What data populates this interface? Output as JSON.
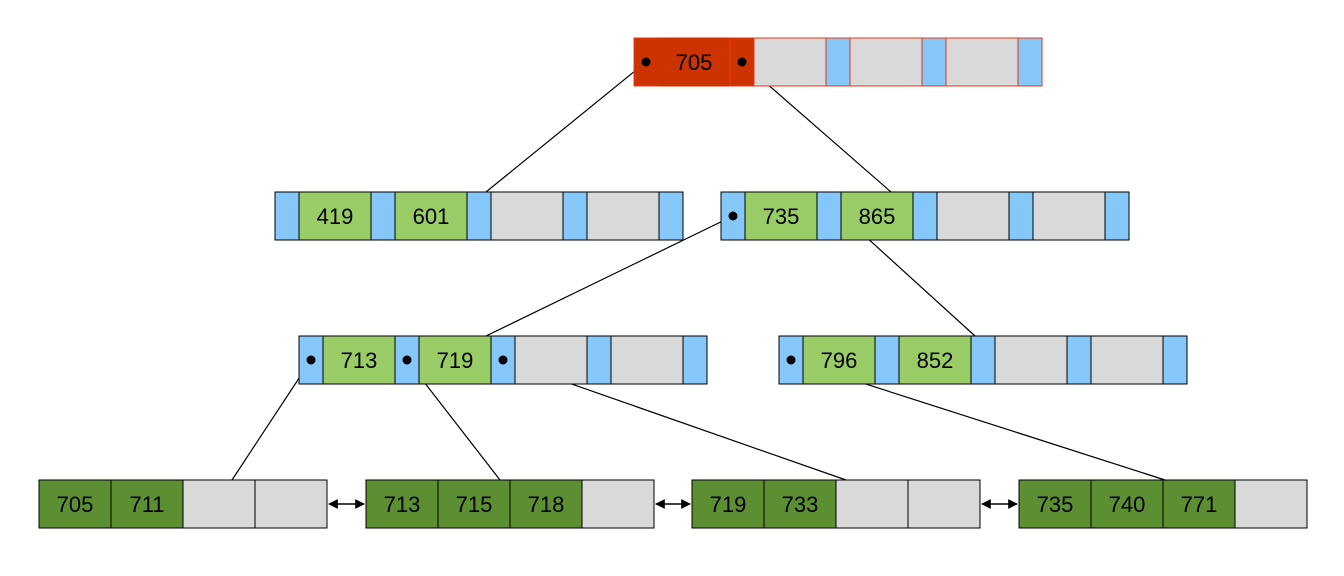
{
  "colors": {
    "root_key": "#cc3300",
    "root_empty": "#d9d9d9",
    "root_pointer": "#85c7f8",
    "root_border": "#e8391b",
    "inner_key": "#99cc66",
    "leaf_key": "#5b8f32",
    "empty": "#d9d9d9",
    "pointer": "#85c7f8",
    "border": "#000000"
  },
  "nodes": {
    "root": {
      "keys": [
        "705",
        "",
        "",
        ""
      ]
    },
    "inner_left": {
      "keys": [
        "419",
        "601",
        "",
        ""
      ]
    },
    "inner_right": {
      "keys": [
        "735",
        "865",
        "",
        ""
      ]
    },
    "inner_l3_left": {
      "keys": [
        "713",
        "719",
        "",
        ""
      ]
    },
    "inner_l3_right": {
      "keys": [
        "796",
        "852",
        "",
        ""
      ]
    },
    "leaf_1": {
      "keys": [
        "705",
        "711",
        "",
        ""
      ]
    },
    "leaf_2": {
      "keys": [
        "713",
        "715",
        "718",
        ""
      ]
    },
    "leaf_3": {
      "keys": [
        "719",
        "733",
        "",
        ""
      ]
    },
    "leaf_4": {
      "keys": [
        "735",
        "740",
        "771",
        ""
      ]
    }
  }
}
